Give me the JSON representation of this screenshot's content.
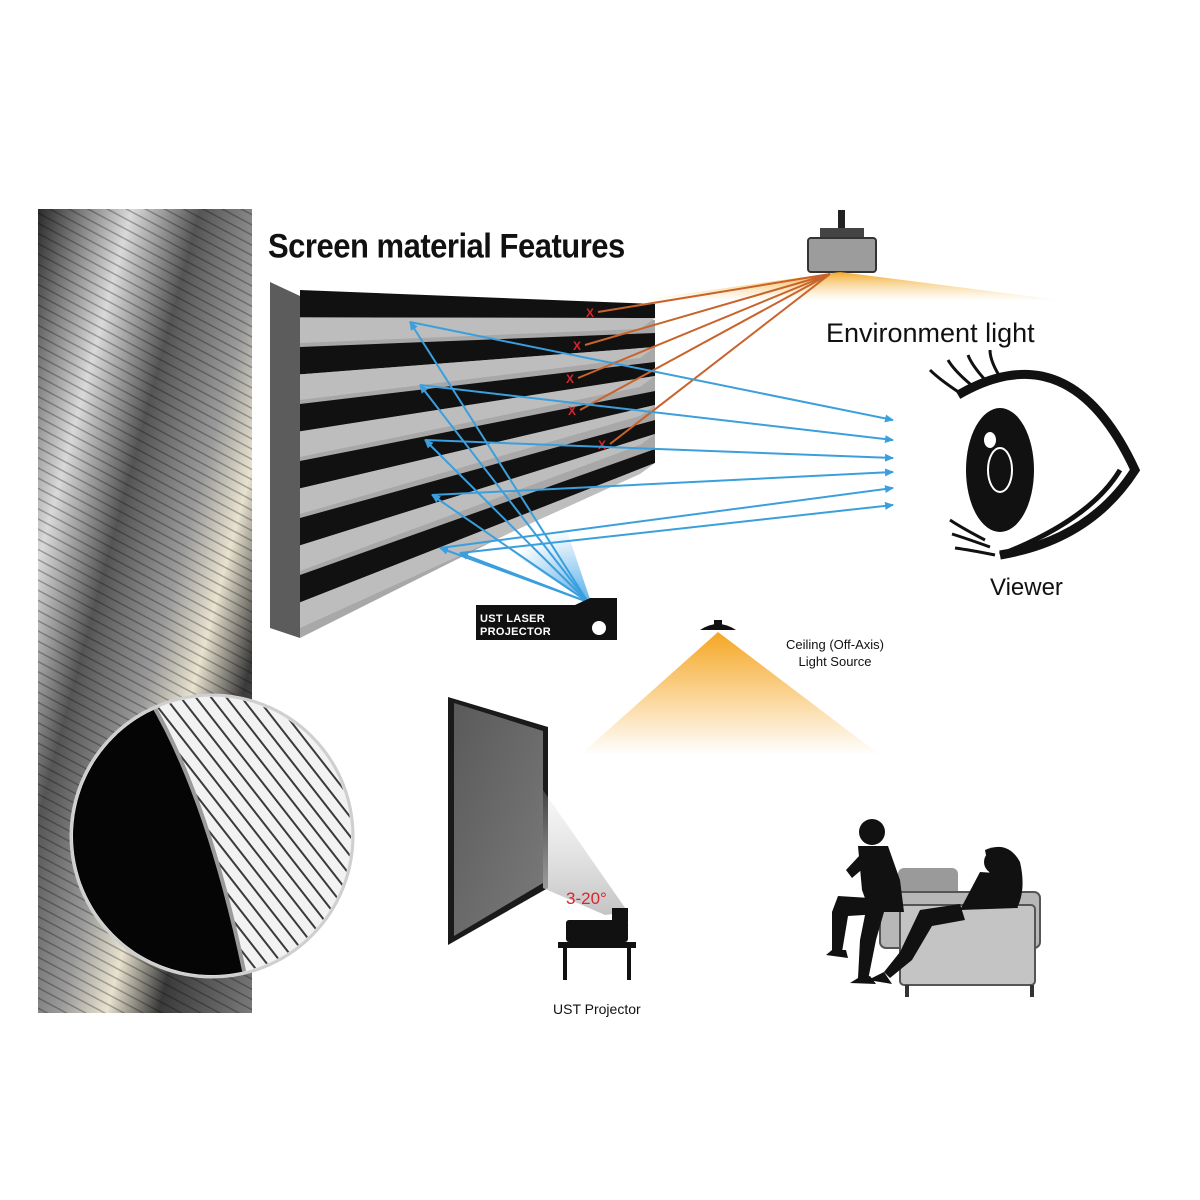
{
  "title": "Screen material Features",
  "labels": {
    "environment_light": "Environment light",
    "viewer": "Viewer",
    "ust_laser_line1": "UST LASER",
    "ust_laser_line2": "PROJECTOR",
    "ceiling_line1": "Ceiling (Off-Axis)",
    "ceiling_line2": "Light Source",
    "angle": "3-20°",
    "ust_projector": "UST Projector",
    "absorbed_mark": "X"
  },
  "colors": {
    "blue_ray": "#3a9fdc",
    "orange_ray": "#c8632c",
    "warm_light": "#f5a623",
    "angle_text": "#d8262c",
    "dark": "#111111"
  },
  "icons": [
    "ceiling-projector-icon",
    "eye-icon",
    "ust-laser-projector-icon",
    "ceiling-lamp-icon",
    "screen-icon",
    "ust-projector-icon",
    "seated-man-icon",
    "seated-woman-icon",
    "sofa-icon"
  ]
}
